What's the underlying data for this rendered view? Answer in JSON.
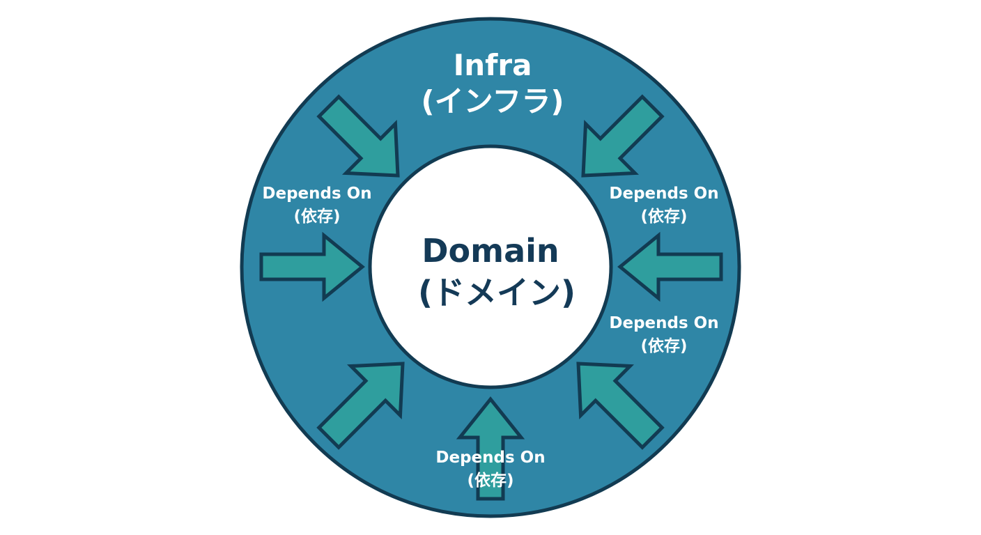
{
  "outer_ring": {
    "title": "Infra",
    "subtitle": "(インフラ)"
  },
  "inner_circle": {
    "title": "Domain",
    "subtitle": "(ドメイン)"
  },
  "labels": [
    {
      "line1": "Depends On",
      "line2": "(依存)"
    },
    {
      "line1": "Depends On",
      "line2": "(依存)"
    },
    {
      "line1": "Depends On",
      "line2": "(依存)"
    },
    {
      "line1": "Depends On",
      "line2": "(依存)"
    }
  ],
  "colors": {
    "ring_fill": "#2f86a6",
    "ring_stroke": "#123b52",
    "arrow_fill": "#2f9e9e",
    "inner_fill": "#ffffff",
    "inner_text": "#143a57",
    "outer_text": "#ffffff"
  },
  "arrow_count": 7
}
